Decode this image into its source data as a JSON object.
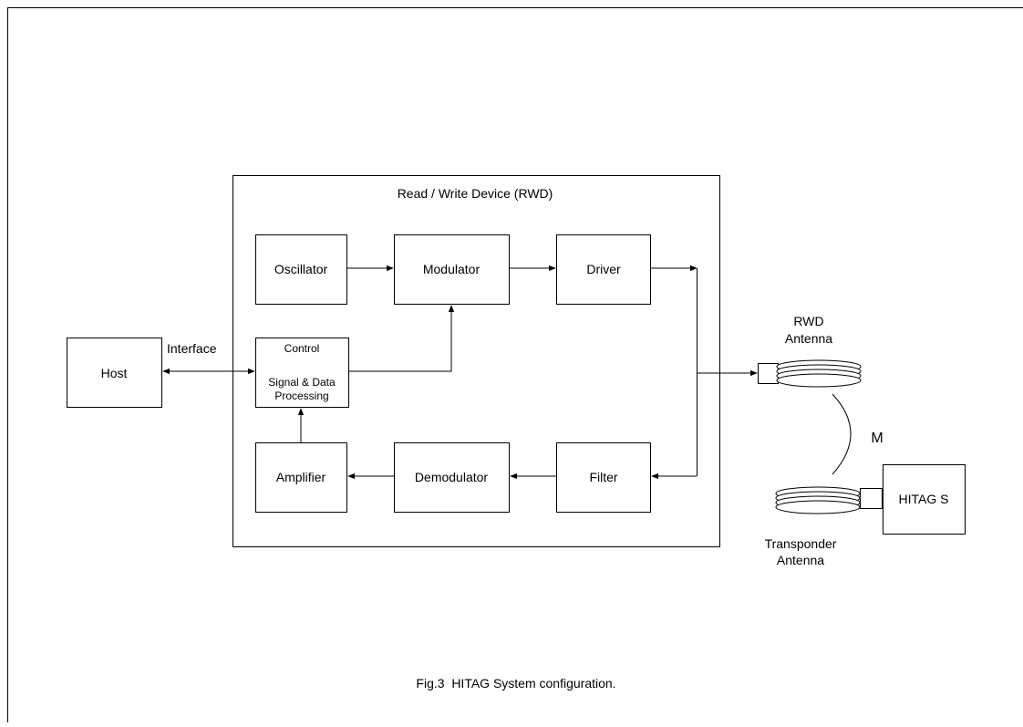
{
  "diagram": {
    "rwd_title": "Read / Write Device (RWD)",
    "blocks": {
      "host": "Host",
      "oscillator": "Oscillator",
      "modulator": "Modulator",
      "driver": "Driver",
      "control_title": "Control",
      "control_line1": "Signal & Data",
      "control_line2": "Processing",
      "amplifier": "Amplifier",
      "demodulator": "Demodulator",
      "filter": "Filter",
      "hitag": "HITAG S"
    },
    "labels": {
      "interface": "Interface",
      "rwd_antenna_line1": "RWD",
      "rwd_antenna_line2": "Antenna",
      "coupling": "M",
      "transponder_antenna_line1": "Transponder",
      "transponder_antenna_line2": "Antenna"
    },
    "caption": "Fig.3  HITAG System configuration."
  }
}
